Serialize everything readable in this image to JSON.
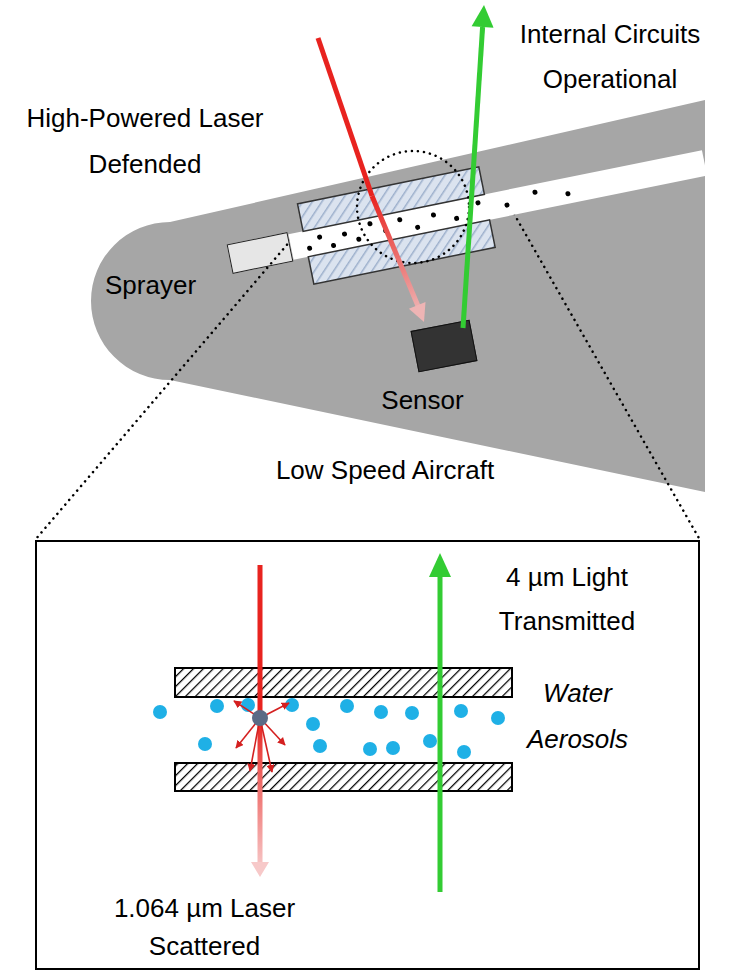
{
  "diagram": {
    "nodes": [
      {
        "text": [
          "Low Speed Aircraft"
        ]
      },
      {
        "text": [
          "Sprayer"
        ],
        "in": 0
      },
      {
        "text": [
          "Sensor"
        ],
        "in": 0
      },
      {
        "text": [
          "4 µm Light Transmitted",
          "Water Aerosols",
          "1.064 µm Laser Scattered"
        ]
      }
    ],
    "labels": [
      "High-Powered Laser Defended",
      "Internal Circuits Operational"
    ]
  }
}
